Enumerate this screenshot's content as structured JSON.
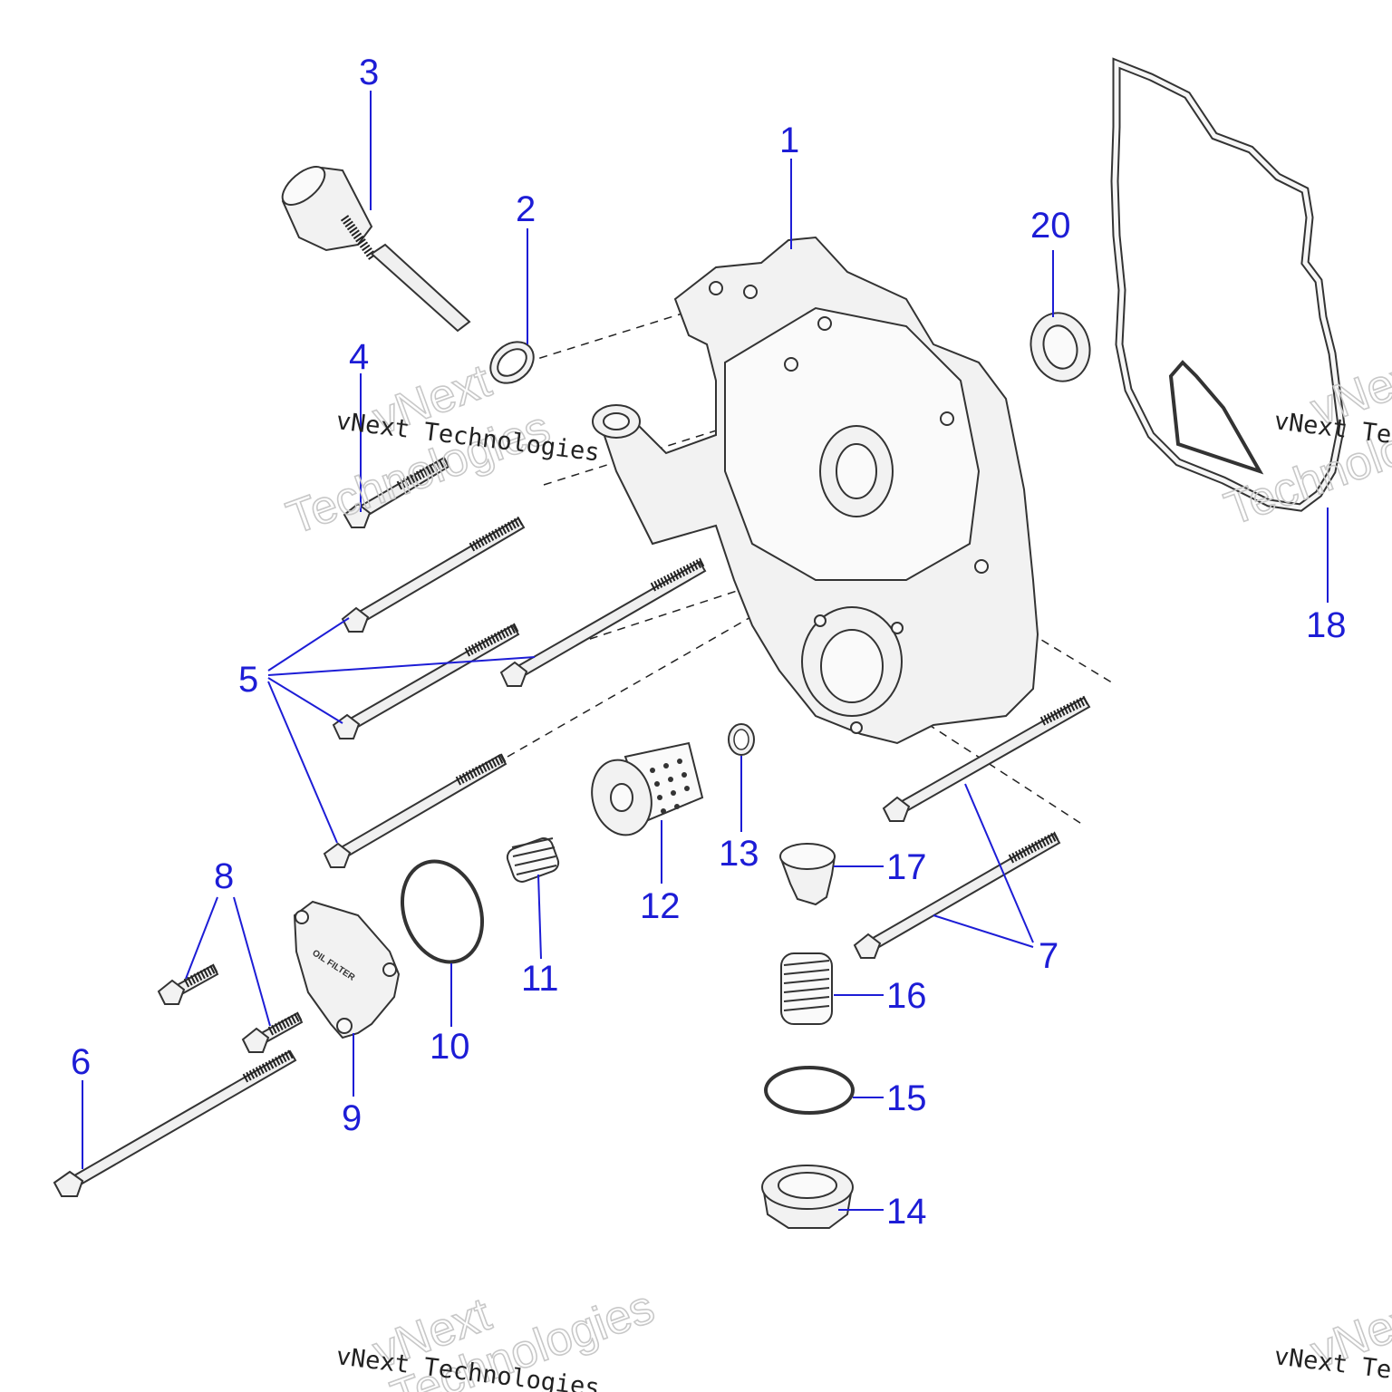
{
  "diagram": {
    "callouts": [
      {
        "id": "c1",
        "label": "1"
      },
      {
        "id": "c2",
        "label": "2"
      },
      {
        "id": "c3",
        "label": "3"
      },
      {
        "id": "c4",
        "label": "4"
      },
      {
        "id": "c5",
        "label": "5"
      },
      {
        "id": "c6",
        "label": "6"
      },
      {
        "id": "c7",
        "label": "7"
      },
      {
        "id": "c8",
        "label": "8"
      },
      {
        "id": "c9",
        "label": "9"
      },
      {
        "id": "c10",
        "label": "10"
      },
      {
        "id": "c11",
        "label": "11"
      },
      {
        "id": "c12",
        "label": "12"
      },
      {
        "id": "c13",
        "label": "13"
      },
      {
        "id": "c14",
        "label": "14"
      },
      {
        "id": "c15",
        "label": "15"
      },
      {
        "id": "c16",
        "label": "16"
      },
      {
        "id": "c17",
        "label": "17"
      },
      {
        "id": "c18",
        "label": "18"
      },
      {
        "id": "c20",
        "label": "20"
      }
    ],
    "filter_cover_text": "OIL FILTER",
    "callout_color": "#1d1dd6"
  },
  "watermark": {
    "line1": "vNext Technologies",
    "outline1": "vNext",
    "outline2": "Technologies"
  }
}
